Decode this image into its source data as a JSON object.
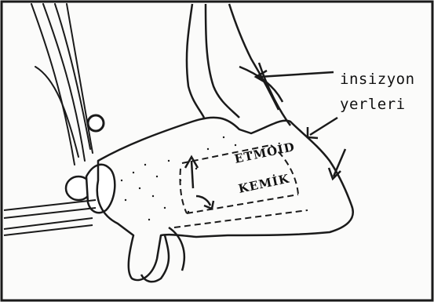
{
  "labels": {
    "incision_1": "insizyon",
    "incision_2": "yerleri",
    "ethmoid": "ETMOİD",
    "bone": "KEMİK"
  },
  "colors": {
    "line": "#1a1a1a",
    "background": "#fbfbfa",
    "bleed_text": "#c9c9c6"
  }
}
